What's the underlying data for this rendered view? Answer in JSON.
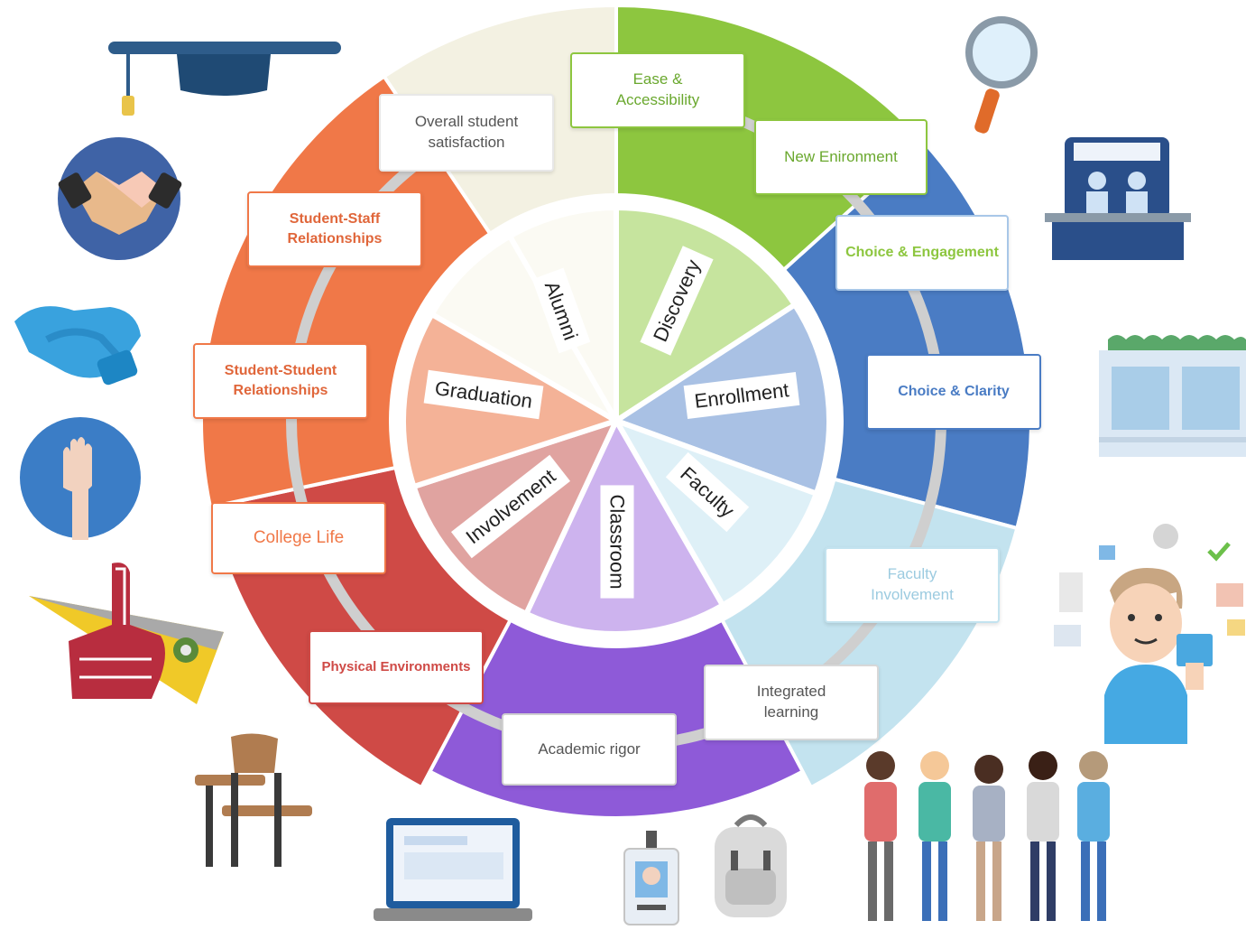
{
  "inner_labels": {
    "alumni": "Alumni",
    "discovery": "Discovery",
    "enrollment": "Enrollment",
    "faculty": "Faculty",
    "classroom": "Classroom",
    "involvement": "Involvement",
    "graduation": "Graduation"
  },
  "outer_boxes": {
    "overall_satisfaction": "Overall student\nsatisfaction",
    "ease_accessibility": "Ease &\nAccessibility",
    "new_environment": "New Enironment",
    "choice_engagement": "Choice & Engagement",
    "choice_clarity": "Choice & Clarity",
    "faculty_involvement": "Faculty\nInvolvement",
    "integrated_learning": "Integrated\nlearning",
    "academic_rigor": "Academic rigor",
    "physical_environments": "Physical Environments",
    "college_life": "College Life",
    "student_student": "Student-Student\nRelationships",
    "student_staff": "Student-Staff\nRelationships"
  },
  "colors": {
    "alumni": "#f3f1e2",
    "discovery": "#8dc63f",
    "enrollment": "#4a7cc4",
    "faculty": "#c3e3ef",
    "classroom": "#8e5ad8",
    "involvement": "#cf4a46",
    "graduation": "#f07848",
    "involvement_inner": "#e0a3a0",
    "graduation_inner": "#f4b297",
    "classroom_inner": "#cdb3ee",
    "faculty_inner": "#def0f7",
    "enrollment_inner": "#a9c1e4",
    "discovery_inner": "#c6e49e",
    "alumni_inner": "#fbfaf3"
  },
  "icons": [
    "graduation-cap-icon",
    "handshake-icon",
    "hands-icon",
    "raised-hand-icon",
    "foam-finger-pennant-icon",
    "school-desk-icon",
    "laptop-icon",
    "id-badge-icon",
    "backpack-icon",
    "students-group-icon",
    "magnifier-icon",
    "video-conference-icon",
    "campus-building-icon",
    "student-with-tablet-icon"
  ]
}
